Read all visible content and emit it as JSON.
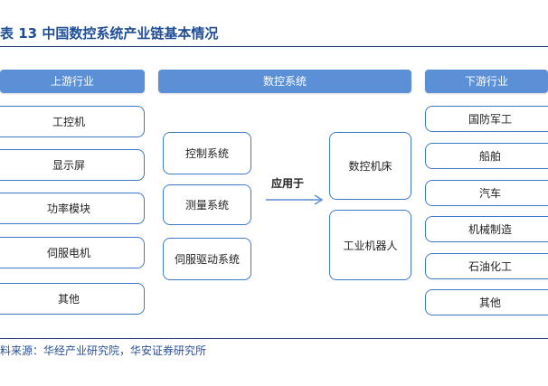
{
  "title": "表 13 中国数控系统产业链基本情况",
  "source": "料来源：华经产业研究院，华安证券研究所",
  "headers": {
    "upstream": "上游行业",
    "core": "数控系统",
    "downstream": "下游行业"
  },
  "upstream_items": [
    "工控机",
    "显示屏",
    "功率模块",
    "伺服电机",
    "其他"
  ],
  "core_items": [
    "控制系统",
    "测量系统",
    "伺服驱动系统"
  ],
  "arrow_label": "应用于",
  "application_items": [
    "数控机床",
    "工业机器人"
  ],
  "downstream_items": [
    "国防军工",
    "船舶",
    "汽车",
    "机械制造",
    "石油化工",
    "其他"
  ],
  "colors": {
    "accent": "#5b8fd6",
    "border": "#3f78c9",
    "title": "#1f4e96"
  }
}
